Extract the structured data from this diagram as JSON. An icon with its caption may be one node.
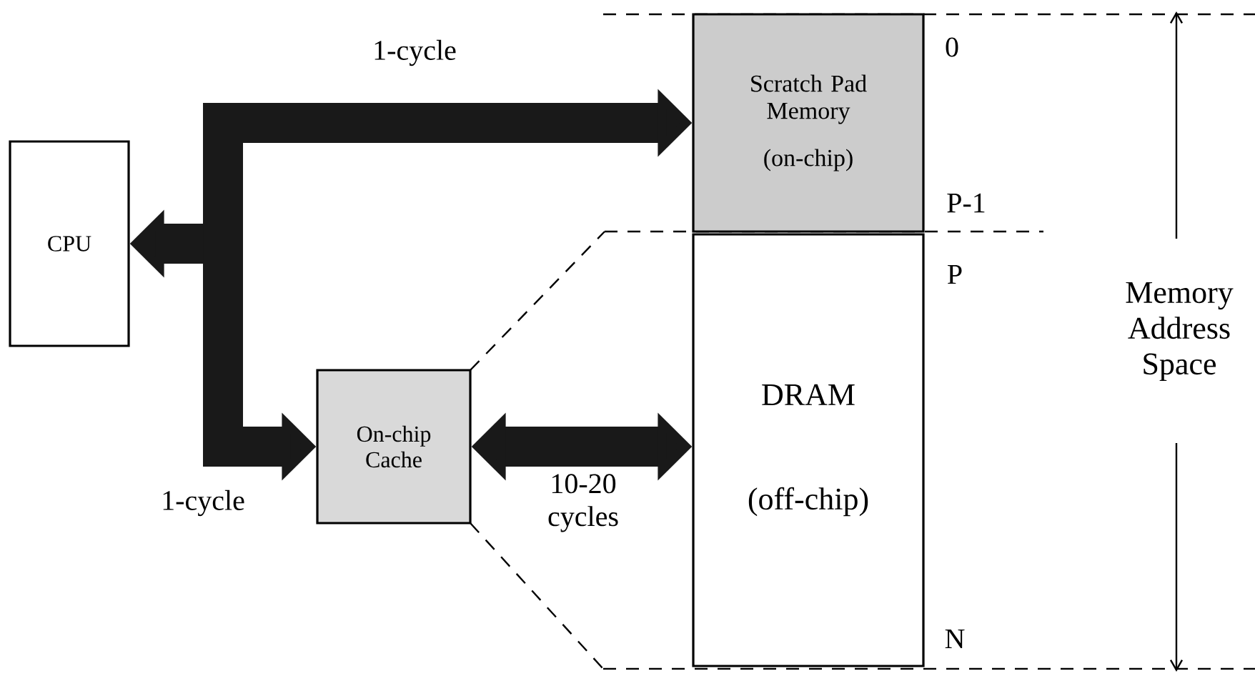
{
  "diagram": {
    "nodes": [
      {
        "text": [
          "CPU"
        ]
      },
      {
        "text": [
          "Scratch Pad Memory",
          "(on-chip)"
        ]
      },
      {
        "text": [
          "On-chip Cache"
        ]
      },
      {
        "text": [
          "DRAM",
          "(off-chip)"
        ]
      }
    ],
    "edges": [
      {
        "from": 0,
        "to": 1,
        "arrow": "both",
        "label": "1-cycle"
      },
      {
        "from": 0,
        "to": 2,
        "arrow": "both",
        "label": "1-cycle"
      },
      {
        "from": 2,
        "to": 3,
        "arrow": "both",
        "label": "10-20 cycles"
      }
    ],
    "labels": [
      "0",
      "P-1",
      "P",
      "Memory Address Space",
      "N"
    ]
  }
}
